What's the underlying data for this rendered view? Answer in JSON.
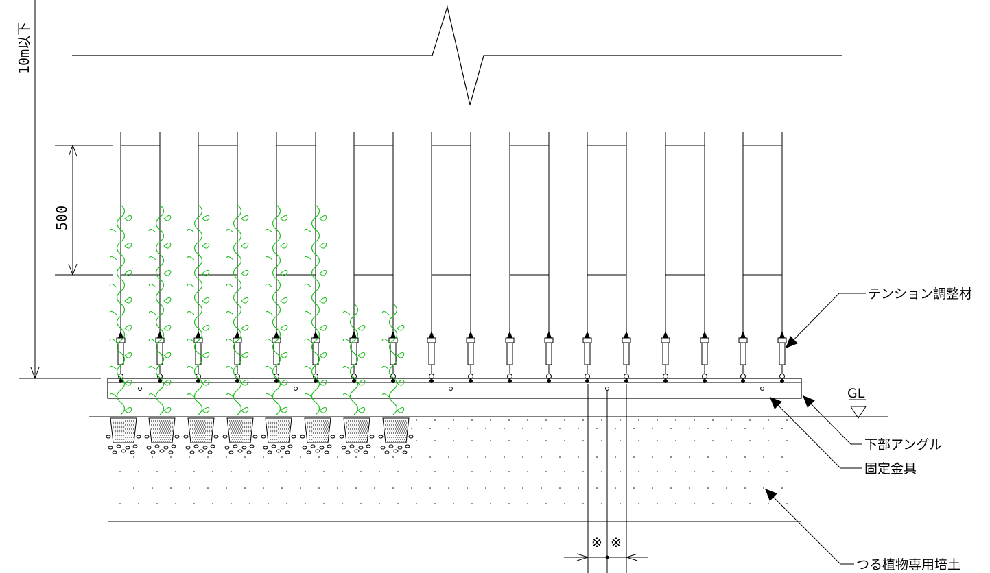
{
  "dimensions": {
    "overall_height": "10m以下",
    "spacing": "500",
    "gap_mark_left": "※",
    "gap_mark_right": "※"
  },
  "ground_level_label": "GL",
  "callouts": {
    "tension": "テンション調整材",
    "angle": "下部アングル",
    "bracket": "固定金具",
    "soil": "つる植物専用培土"
  },
  "colors": {
    "line": "#000000",
    "vine": "#1fbf1f"
  }
}
